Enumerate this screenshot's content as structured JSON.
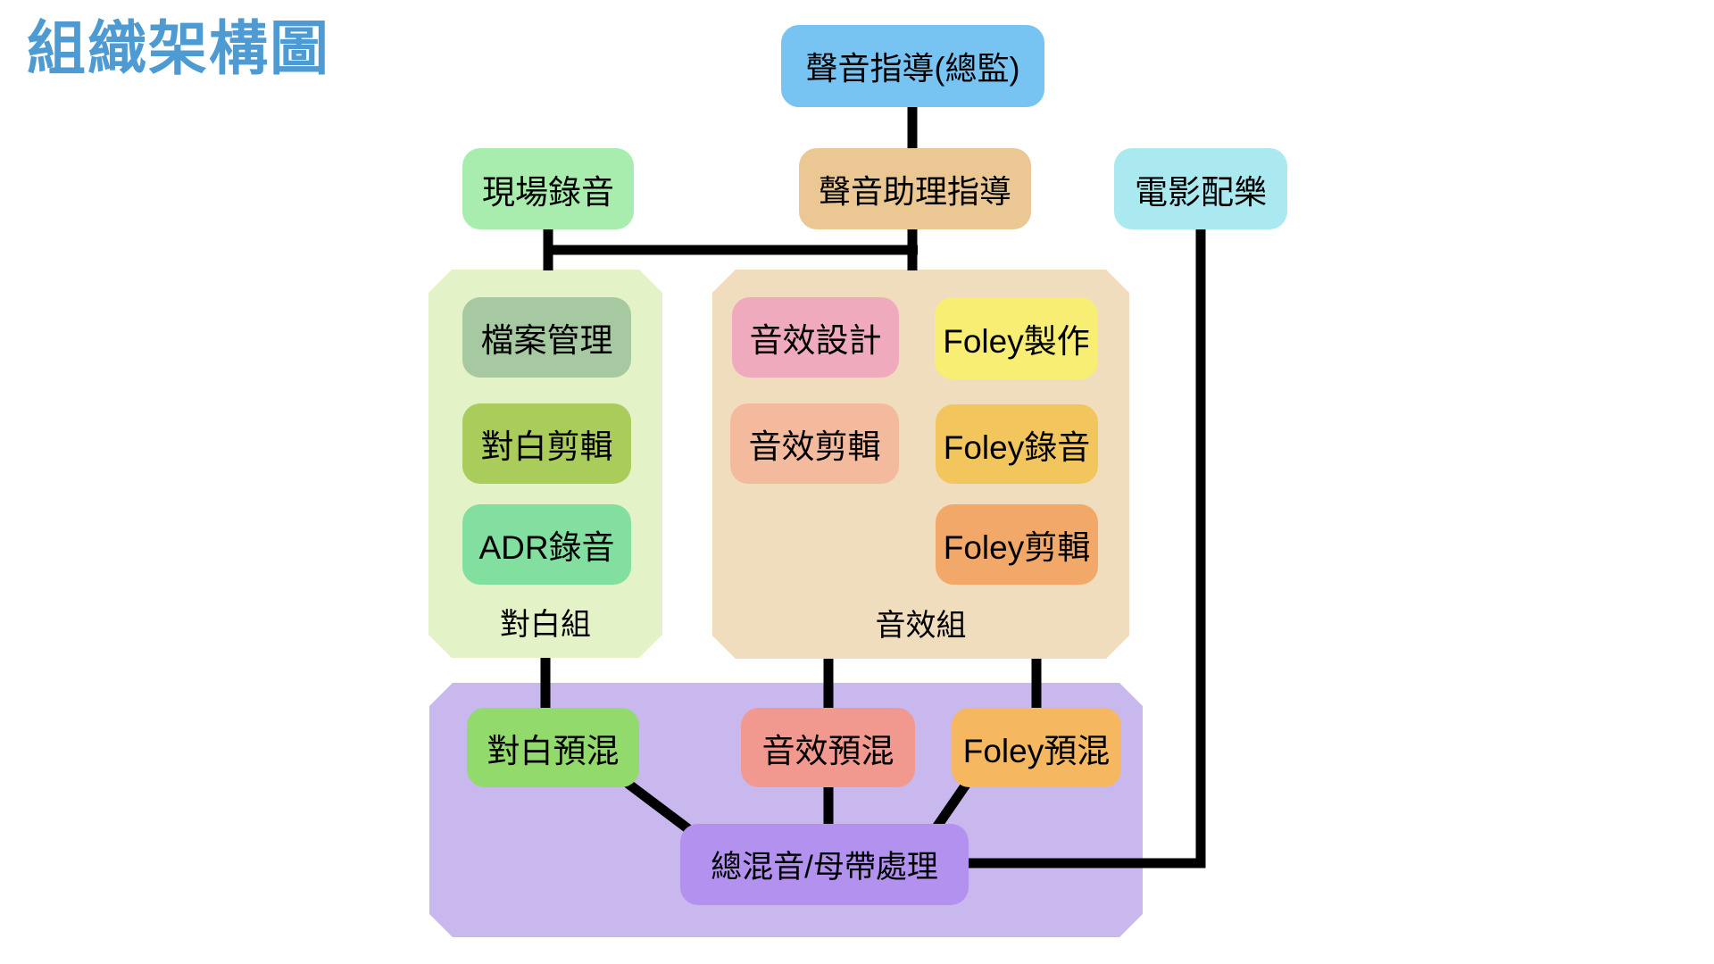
{
  "title": {
    "text": "組織架構圖",
    "color": "#4E9BD3"
  },
  "line_color": "#000000",
  "nodes": {
    "director": {
      "label": "聲音指導(總監)",
      "bg": "#77C3F1"
    },
    "location": {
      "label": "現場錄音",
      "bg": "#A8EDAD"
    },
    "assistant": {
      "label": "聲音助理指導",
      "bg": "#EAC793"
    },
    "score": {
      "label": "電影配樂",
      "bg": "#A9E9EF"
    },
    "file_mgmt": {
      "label": "檔案管理",
      "bg": "#A6C9A1"
    },
    "dialog_edit": {
      "label": "對白剪輯",
      "bg": "#A9CC5A"
    },
    "adr": {
      "label": "ADR錄音",
      "bg": "#82DFA0"
    },
    "sfx_design": {
      "label": "音效設計",
      "bg": "#F0AABE"
    },
    "foley_prod": {
      "label": "Foley製作",
      "bg": "#F9EE74"
    },
    "sfx_edit": {
      "label": "音效剪輯",
      "bg": "#F4BA9E"
    },
    "foley_rec": {
      "label": "Foley錄音",
      "bg": "#F2C65C"
    },
    "foley_edit": {
      "label": "Foley剪輯",
      "bg": "#F2A868"
    },
    "dialog_premix": {
      "label": "對白預混",
      "bg": "#93DA6C"
    },
    "sfx_premix": {
      "label": "音效預混",
      "bg": "#F2998F"
    },
    "foley_premix": {
      "label": "Foley預混",
      "bg": "#F5B75F"
    },
    "final_mix": {
      "label": "總混音/母帶處理",
      "bg": "#B392EF"
    }
  },
  "groups": {
    "dialog": {
      "label": "對白組",
      "bg": "#E4F2C8"
    },
    "sfx": {
      "label": "音效組",
      "bg": "#F0DDBE"
    },
    "mix": {
      "bg": "#C9B8EE"
    }
  },
  "edges": [
    {
      "from": "聲音指導(總監)",
      "to": "聲音助理指導"
    },
    {
      "from": "現場錄音",
      "to": "對白組"
    },
    {
      "from": "聲音助理指導",
      "to": "音效組"
    },
    {
      "from": "對白組",
      "to": "對白預混"
    },
    {
      "from": "音效組",
      "to": "音效預混"
    },
    {
      "from": "音效組",
      "to": "Foley預混"
    },
    {
      "from": "對白預混",
      "to": "總混音/母帶處理"
    },
    {
      "from": "音效預混",
      "to": "總混音/母帶處理"
    },
    {
      "from": "Foley預混",
      "to": "總混音/母帶處理"
    },
    {
      "from": "電影配樂",
      "to": "總混音/母帶處理"
    }
  ]
}
